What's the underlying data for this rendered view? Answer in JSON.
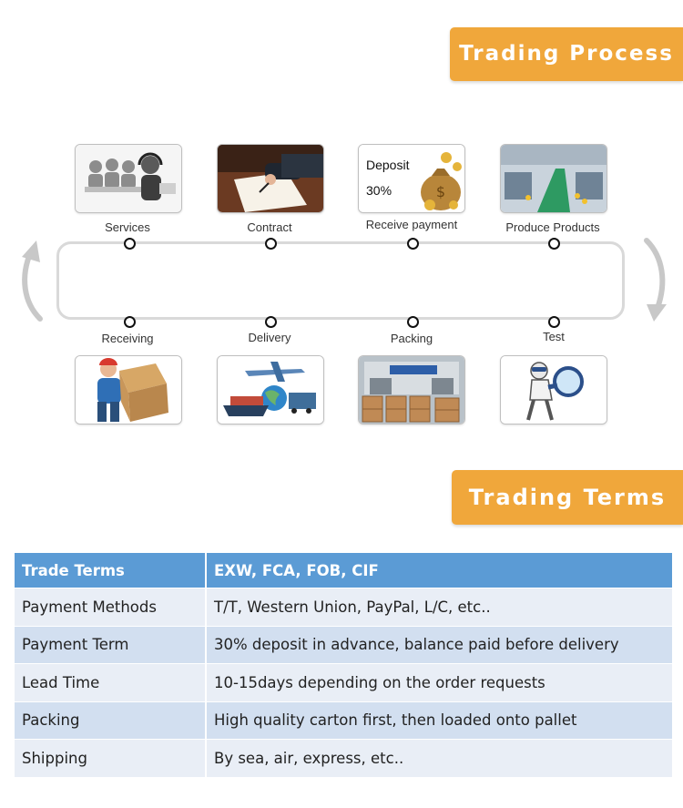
{
  "banners": {
    "process_title": "Trading Process",
    "terms_title": "Trading Terms"
  },
  "process": {
    "steps": [
      {
        "label": "Services",
        "icon": "customer-service-agents-icon"
      },
      {
        "label": "Contract",
        "icon": "signing-contract-icon"
      },
      {
        "label": "Receive payment",
        "icon": "money-bag-icon",
        "card_lines": [
          "Deposit",
          "30%"
        ]
      },
      {
        "label": "Produce Products",
        "icon": "factory-floor-icon"
      },
      {
        "label": "Test",
        "icon": "magnifier-inspection-icon"
      },
      {
        "label": "Packing",
        "icon": "warehouse-cartons-icon"
      },
      {
        "label": "Delivery",
        "icon": "plane-ship-globe-icon"
      },
      {
        "label": "Receiving",
        "icon": "courier-with-box-icon"
      }
    ],
    "colors": {
      "ring": "#d9d9d9",
      "arrow": "#c8c8c8"
    }
  },
  "terms": {
    "header": {
      "key": "Trade Terms",
      "value": "EXW, FCA, FOB, CIF"
    },
    "rows": [
      {
        "key": "Payment Methods",
        "value": "T/T, Western Union, PayPal, L/C, etc.."
      },
      {
        "key": "Payment Term",
        "value": "30% deposit in advance, balance paid before delivery"
      },
      {
        "key": "Lead Time",
        "value": "10-15days depending on the order requests"
      },
      {
        "key": "Packing",
        "value": "High quality carton first, then loaded onto pallet"
      },
      {
        "key": "Shipping",
        "value": "By sea, air, express, etc.."
      }
    ],
    "colors": {
      "header": "#5b9bd5",
      "row_light": "#e9eef6",
      "row_dark": "#d2dff0"
    }
  },
  "accent_color": "#f0a73b"
}
